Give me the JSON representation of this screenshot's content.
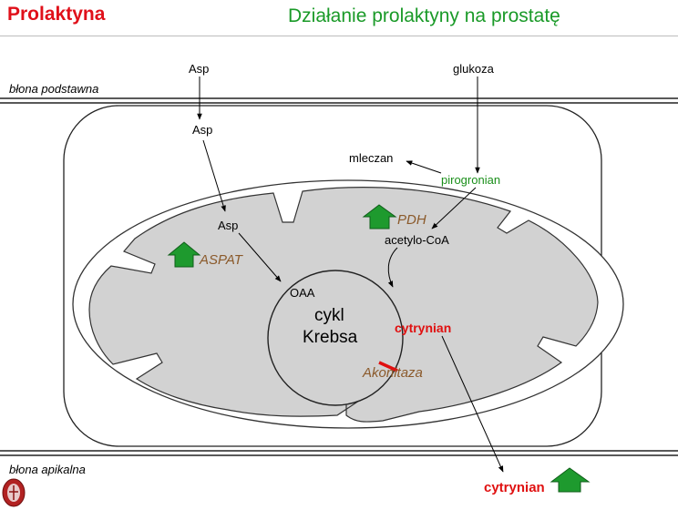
{
  "header": {
    "title": "Prolaktyna",
    "subtitle": "Działanie prolaktyny na prostatę"
  },
  "colors": {
    "title": "#e0101a",
    "subtitle": "#1a9a28",
    "green_label": "#1a8f1a",
    "enzyme_label": "#8b5a2b",
    "citrate": "#e01010",
    "arrow_up": "#1e9a2e",
    "mito_fill": "#d2d2d2"
  },
  "labels": {
    "membrane_basal": "błona podstawna",
    "membrane_apical": "błona apikalna",
    "asp_outside": "Asp",
    "glucose": "glukoza",
    "asp_cell": "Asp",
    "lactate": "mleczan",
    "pyruvate": "pirogronian",
    "pdh": "PDH",
    "acetyl_coa": "acetylo-CoA",
    "asp_mito": "Asp",
    "aspat": "ASPAT",
    "oaa": "OAA",
    "krebs_line1": "cykl",
    "krebs_line2": "Krebsa",
    "citrate_inside": "cytrynian",
    "aconitase": "Akonitaza",
    "citrate_out": "cytrynian"
  },
  "icons": {
    "up_arrows": [
      "up-arrow-icon"
    ],
    "inhibition": "inhibition-bar-icon",
    "logo": "university-seal-logo"
  }
}
